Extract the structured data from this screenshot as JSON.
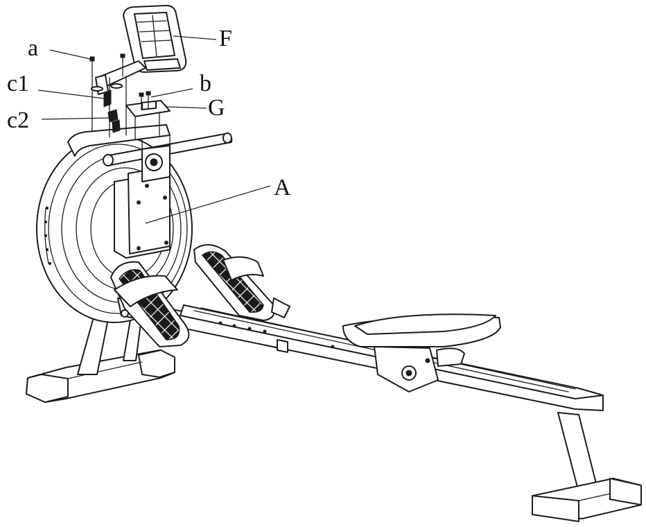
{
  "diagram": {
    "labels": {
      "a": "a",
      "b": "b",
      "c1": "c1",
      "c2": "c2",
      "F": "F",
      "G": "G",
      "A": "A"
    }
  }
}
